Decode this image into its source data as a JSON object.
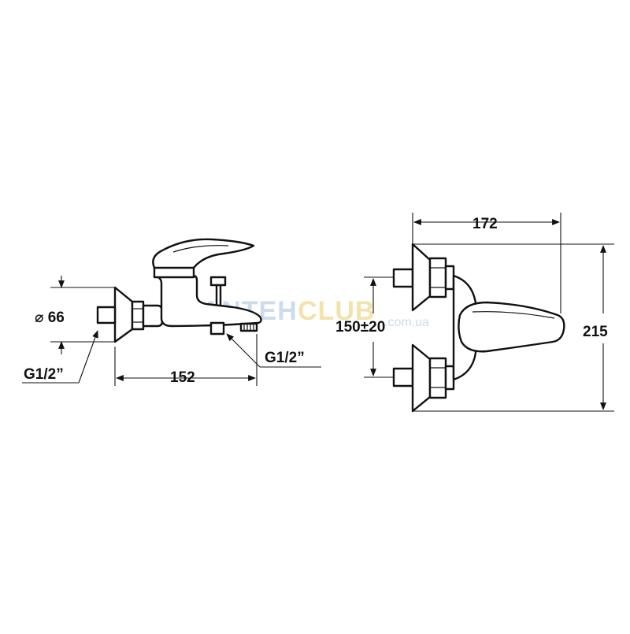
{
  "watermark": {
    "text_a": "SANTEH",
    "text_b": "CLUB",
    "suffix": ".com.ua",
    "color_a": "#bcd3e6",
    "color_b": "#f3e2a6"
  },
  "side_view": {
    "diameter_label": "⌀ 66",
    "inlet_thread_label": "G1/2”",
    "outlet_thread_label": "G1/2”",
    "length_label": "152"
  },
  "front_view": {
    "width_label": "172",
    "spacing_label": "150±20",
    "height_label": "215"
  },
  "colors": {
    "line": "#111111",
    "background": "#ffffff"
  }
}
